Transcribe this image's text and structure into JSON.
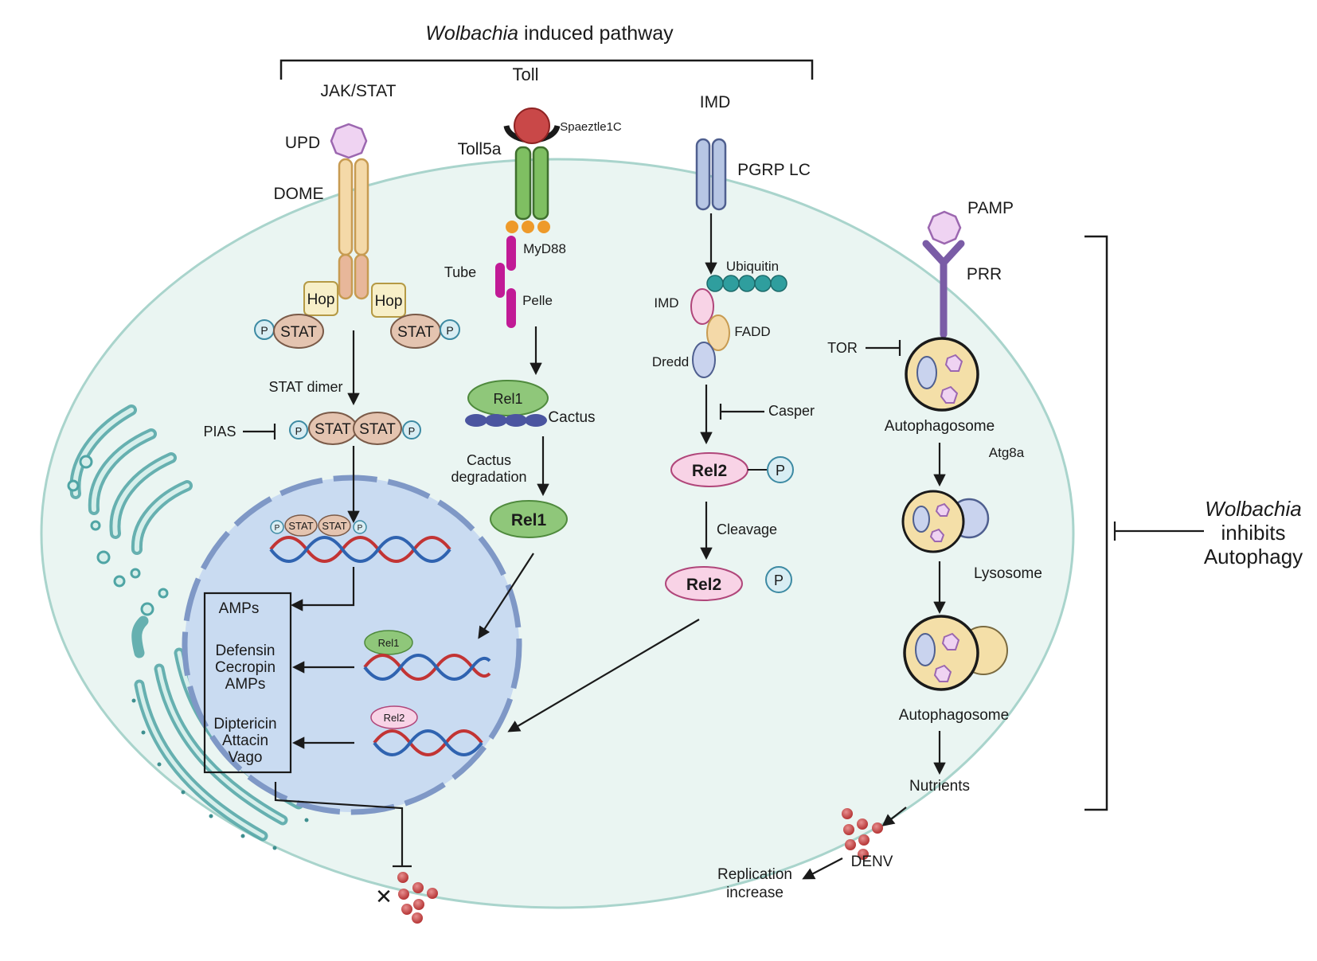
{
  "header": {
    "title_italic": "Wolbachia",
    "title_rest": " induced pathway",
    "toll": "Toll",
    "jakstat": "JAK/STAT",
    "imd": "IMD"
  },
  "jak": {
    "upd": "UPD",
    "dome": "DOME",
    "hop": "Hop",
    "stat": "STAT",
    "p": "P",
    "stat_dimer": "STAT dimer",
    "pias": "PIAS"
  },
  "tollpath": {
    "spaeztle": "Spaeztle1C",
    "toll5a": "Toll5a",
    "myd88": "MyD88",
    "tube": "Tube",
    "pelle": "Pelle",
    "rel1": "Rel1",
    "cactus": "Cactus",
    "cactus_deg_1": "Cactus",
    "cactus_deg_2": "degradation"
  },
  "imdpath": {
    "pgrp": "PGRP LC",
    "ubiquitin": "Ubiquitin",
    "imd": "IMD",
    "fadd": "FADD",
    "dredd": "Dredd",
    "casper": "Casper",
    "rel2": "Rel2",
    "p": "P",
    "cleavage": "Cleavage"
  },
  "nucleus": {
    "amps": "AMPs",
    "defensin": "Defensin",
    "cecropin": "Cecropin",
    "amps2": "AMPs",
    "diptericin": "Diptericin",
    "attacin": "Attacin",
    "vago": "Vago",
    "rel1": "Rel1",
    "rel2": "Rel2",
    "x_mark": "✕"
  },
  "autophagy": {
    "pamp": "PAMP",
    "prr": "PRR",
    "tor": "TOR",
    "autophagosome1": "Autophagosome",
    "atg8a": "Atg8a",
    "lysosome": "Lysosome",
    "autophagosome2": "Autophagosome",
    "nutrients": "Nutrients",
    "denv": "DENV",
    "replication_1": "Replication",
    "replication_2": "increase",
    "side_italic": "Wolbachia",
    "side_2": "inhibits",
    "side_3": "Autophagy"
  }
}
